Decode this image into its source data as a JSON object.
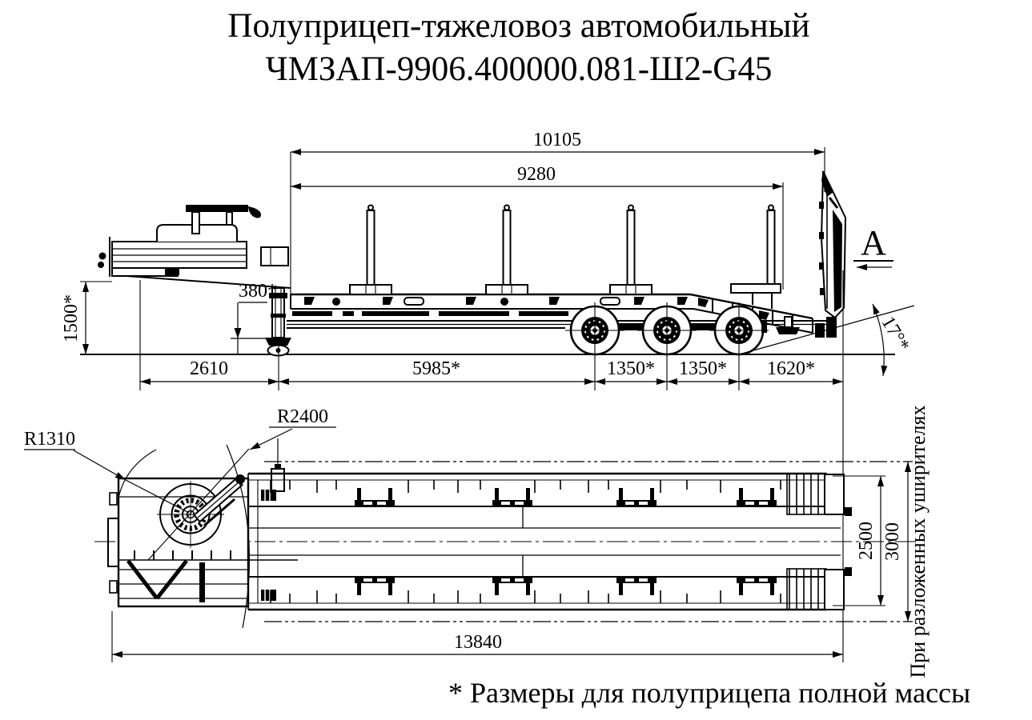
{
  "title": {
    "line1": "Полуприцеп-тяжеловоз автомобильный",
    "line2": "ЧМЗАП-9906.400000.081-Ш2-G45"
  },
  "side_view": {
    "view_label": "А",
    "dims": {
      "overall_upper": "10105",
      "platform_upper": "9280",
      "coupling_height": "1500*",
      "gooseneck_step": "380*",
      "front_overhang": "2610",
      "kingpin_to_bogie": "5985*",
      "axle_spacing_1": "1350*",
      "axle_spacing_2": "1350*",
      "rear_overhang": "1620*",
      "ramp_angle": "17°*"
    }
  },
  "plan_view": {
    "dims": {
      "radius_front": "R1310",
      "radius_gooseneck": "R2400",
      "platform_width": "2500",
      "extended_width": "3000",
      "overall_length": "13840"
    },
    "width_note": "При разложенных уширителях"
  },
  "footnote": "* Размеры для полуприцепа полной массы",
  "colors": {
    "line": "#000000",
    "background": "#ffffff"
  }
}
